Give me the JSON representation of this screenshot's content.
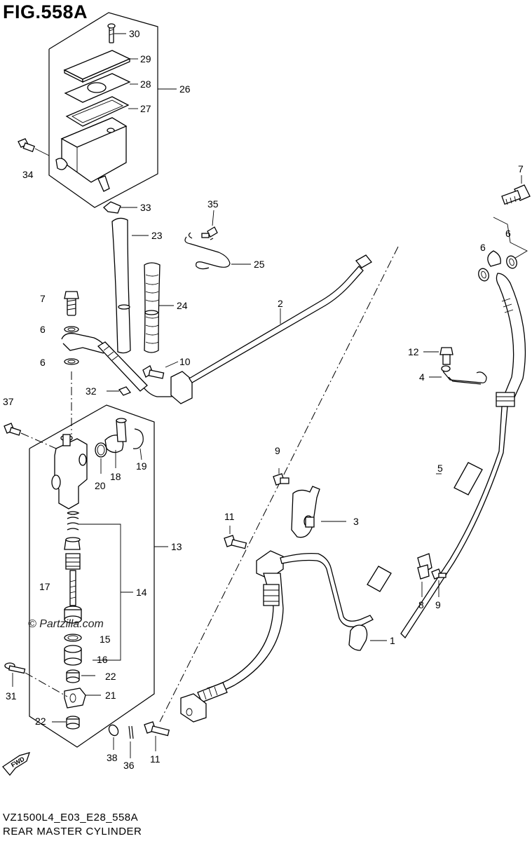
{
  "title": "FIG.558A",
  "footer": {
    "code": "VZ1500L4_E03_E28_558A",
    "name": "REAR MASTER CYLINDER"
  },
  "watermark": "© Partzilla.com",
  "fwd_label": "FWD",
  "callouts": [
    {
      "id": "c30",
      "label": "30"
    },
    {
      "id": "c29",
      "label": "29"
    },
    {
      "id": "c28",
      "label": "28"
    },
    {
      "id": "c27",
      "label": "27"
    },
    {
      "id": "c26",
      "label": "26"
    },
    {
      "id": "c34",
      "label": "34"
    },
    {
      "id": "c33",
      "label": "33"
    },
    {
      "id": "c23",
      "label": "23"
    },
    {
      "id": "c35",
      "label": "35"
    },
    {
      "id": "c25",
      "label": "25"
    },
    {
      "id": "c24",
      "label": "24"
    },
    {
      "id": "c2",
      "label": "2"
    },
    {
      "id": "c7a",
      "label": "7"
    },
    {
      "id": "c6a",
      "label": "6"
    },
    {
      "id": "c6b",
      "label": "6"
    },
    {
      "id": "c10",
      "label": "10"
    },
    {
      "id": "c32",
      "label": "32"
    },
    {
      "id": "c37",
      "label": "37"
    },
    {
      "id": "c19",
      "label": "19"
    },
    {
      "id": "c18",
      "label": "18"
    },
    {
      "id": "c20",
      "label": "20"
    },
    {
      "id": "c13",
      "label": "13"
    },
    {
      "id": "c17",
      "label": "17"
    },
    {
      "id": "c14",
      "label": "14"
    },
    {
      "id": "c15",
      "label": "15"
    },
    {
      "id": "c16",
      "label": "16"
    },
    {
      "id": "c22a",
      "label": "22"
    },
    {
      "id": "c31",
      "label": "31"
    },
    {
      "id": "c21",
      "label": "21"
    },
    {
      "id": "c22b",
      "label": "22"
    },
    {
      "id": "c38",
      "label": "38"
    },
    {
      "id": "c36",
      "label": "36"
    },
    {
      "id": "c11a",
      "label": "11"
    },
    {
      "id": "c11b",
      "label": "11"
    },
    {
      "id": "c9a",
      "label": "9"
    },
    {
      "id": "c3",
      "label": "3"
    },
    {
      "id": "c1",
      "label": "1"
    },
    {
      "id": "c8",
      "label": "8"
    },
    {
      "id": "c9b",
      "label": "9"
    },
    {
      "id": "c5",
      "label": "5"
    },
    {
      "id": "c4",
      "label": "4"
    },
    {
      "id": "c12",
      "label": "12"
    },
    {
      "id": "c7b",
      "label": "7"
    },
    {
      "id": "c6c",
      "label": "6"
    },
    {
      "id": "c6d",
      "label": "6"
    }
  ]
}
